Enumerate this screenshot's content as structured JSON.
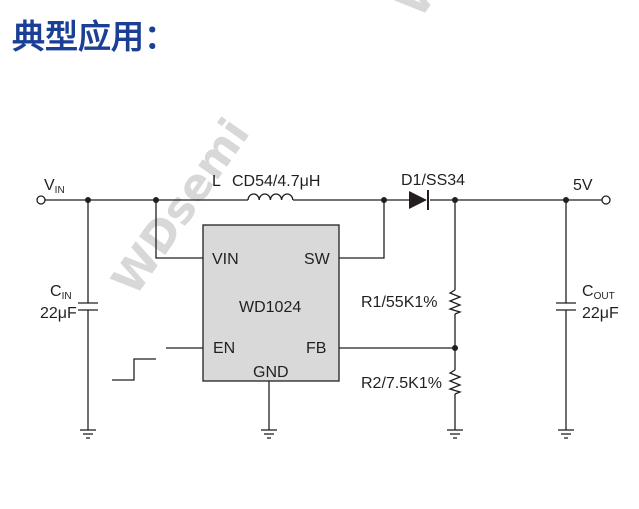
{
  "title": "典型应用：",
  "watermark": "WDsemi",
  "nets": {
    "vin": "V",
    "vin_sub": "IN",
    "vout": "5V"
  },
  "inductor": {
    "ref": "L",
    "value": "CD54/4.7μH"
  },
  "diode": {
    "label": "D1/SS34"
  },
  "ic": {
    "name": "WD1024",
    "pins": {
      "vin": "VIN",
      "sw": "SW",
      "en": "EN",
      "fb": "FB",
      "gnd": "GND"
    }
  },
  "cin": {
    "ref": "C",
    "ref_sub": "IN",
    "value": "22μF"
  },
  "cout": {
    "ref": "C",
    "ref_sub": "OUT",
    "value": "22μF"
  },
  "r1": {
    "label": "R1/55K1%"
  },
  "r2": {
    "label": "R2/7.5K1%"
  },
  "colors": {
    "title": "#1a3f95",
    "ic_fill": "#d9d9d9",
    "ink": "#231f20"
  }
}
